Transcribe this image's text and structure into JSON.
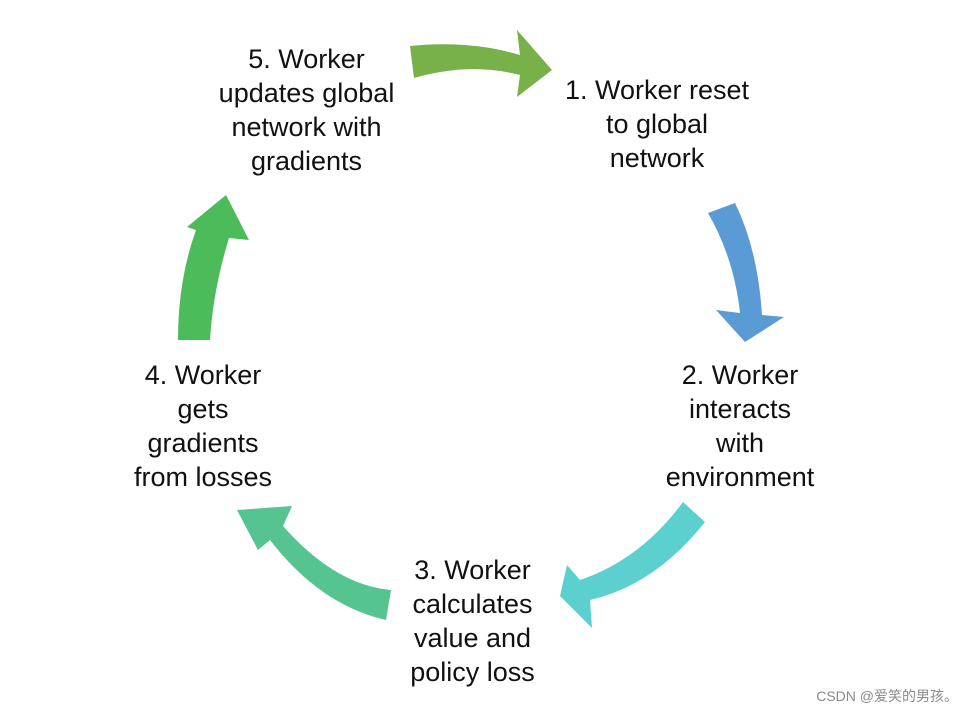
{
  "steps": [
    {
      "id": "step-1",
      "lines": [
        "1. Worker reset",
        "to global",
        "network"
      ]
    },
    {
      "id": "step-2",
      "lines": [
        "2. Worker",
        "interacts",
        "with",
        "environment"
      ]
    },
    {
      "id": "step-3",
      "lines": [
        "3. Worker",
        "calculates",
        "value and",
        "policy loss"
      ]
    },
    {
      "id": "step-4",
      "lines": [
        "4. Worker",
        "gets",
        "gradients",
        "from losses"
      ]
    },
    {
      "id": "step-5",
      "lines": [
        "5. Worker",
        "updates global",
        "network with",
        "gradients"
      ]
    }
  ],
  "arrows": [
    {
      "from": "step-5",
      "to": "step-1",
      "color": "#78b04a"
    },
    {
      "from": "step-1",
      "to": "step-2",
      "color": "#5b9bd5"
    },
    {
      "from": "step-2",
      "to": "step-3",
      "color": "#5ccfcf"
    },
    {
      "from": "step-3",
      "to": "step-4",
      "color": "#56c491"
    },
    {
      "from": "step-4",
      "to": "step-5",
      "color": "#4cbb5a"
    }
  ],
  "watermark": "CSDN @爱笑的男孩。"
}
